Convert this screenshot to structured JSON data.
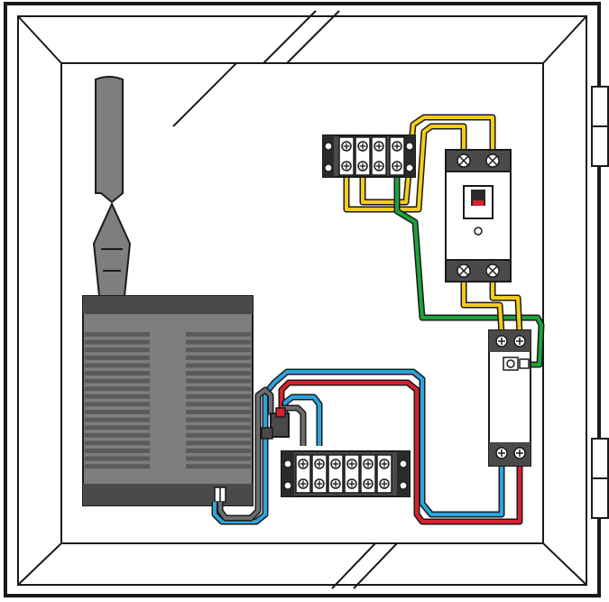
{
  "diagram": {
    "type": "wiring-diagram",
    "components": [
      {
        "id": "enclosure",
        "kind": "cabinet"
      },
      {
        "id": "antenna",
        "kind": "antenna"
      },
      {
        "id": "device-unit",
        "kind": "device-with-heat-sink-fins"
      },
      {
        "id": "terminal-block-top",
        "kind": "terminal-block",
        "terminals": 4
      },
      {
        "id": "circuit-breaker",
        "kind": "breaker"
      },
      {
        "id": "surge-protector",
        "kind": "protector"
      },
      {
        "id": "terminal-block-bottom",
        "kind": "terminal-block",
        "terminals": 6
      },
      {
        "id": "connector",
        "kind": "connector"
      },
      {
        "id": "hinge-top",
        "kind": "hinge"
      },
      {
        "id": "hinge-bottom",
        "kind": "hinge"
      }
    ],
    "wires": [
      {
        "name": "power-line-1",
        "color": "yellow",
        "from": "terminal-block-top",
        "to": "circuit-breaker"
      },
      {
        "name": "power-line-2",
        "color": "yellow",
        "from": "terminal-block-top",
        "to": "circuit-breaker"
      },
      {
        "name": "breaker-to-protector-1",
        "color": "yellow",
        "from": "circuit-breaker",
        "to": "surge-protector"
      },
      {
        "name": "breaker-to-protector-2",
        "color": "yellow",
        "from": "circuit-breaker",
        "to": "surge-protector"
      },
      {
        "name": "ground-line",
        "color": "green",
        "from": "terminal-block-top",
        "to": "surge-protector"
      },
      {
        "name": "protector-to-device-blue",
        "color": "blue",
        "from": "surge-protector",
        "to": "device-unit"
      },
      {
        "name": "protector-to-connector-red",
        "color": "red",
        "from": "surge-protector",
        "to": "connector"
      },
      {
        "name": "connector-to-terminal-blue",
        "color": "blue",
        "from": "connector",
        "to": "terminal-block-bottom"
      },
      {
        "name": "connector-to-terminal-gray",
        "color": "gray",
        "from": "connector",
        "to": "terminal-block-bottom"
      }
    ]
  },
  "colors": {
    "yellow": "#f5cc1c",
    "green": "#1ca23c",
    "blue": "#2aa4de",
    "red": "#d8202e",
    "gray": "#6d6d6d",
    "device_body": "#7e7e7e",
    "device_dark": "#4a4a4a",
    "outline": "#1a1a1a",
    "breaker_indicator": "#d8202e"
  }
}
